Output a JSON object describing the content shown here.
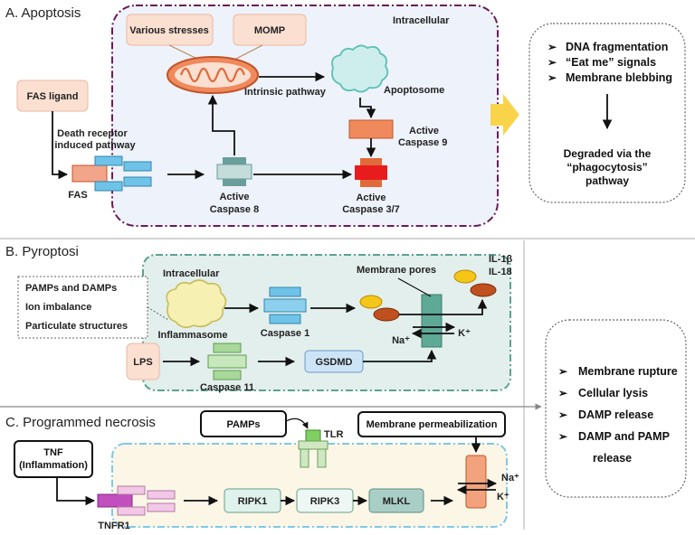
{
  "sectionA": {
    "title": "A. Apoptosis",
    "intracellular": "Intracellular",
    "various_stresses": "Various stresses",
    "momp": "MOMP",
    "fas_ligand": "FAS ligand",
    "death_receptor_1": "Death receptor",
    "death_receptor_2": "induced pathway",
    "fas": "FAS",
    "intrinsic_pathway": "Intrinsic pathway",
    "apoptosome": "Apoptosome",
    "active_caspase9_1": "Active",
    "active_caspase9_2": "Caspase 9",
    "active_caspase8_1": "Active",
    "active_caspase8_2": "Caspase 8",
    "active_caspase37_1": "Active",
    "active_caspase37_2": "Caspase 3/7",
    "outcomes": [
      "DNA fragmentation",
      "“Eat me” signals",
      "Membrane blebbing"
    ],
    "degraded_1": "Degraded via the",
    "degraded_2": "“phagocytosis”",
    "degraded_3": "pathway"
  },
  "sectionB": {
    "title": "B. Pyroptosi",
    "intracellular": "Intracellular",
    "triggers": [
      "PAMPs and DAMPs",
      "Ion imbalance",
      "Particulate structures"
    ],
    "inflammasome": "Inflammasome",
    "caspase1": "Caspase 1",
    "membrane_pores": "Membrane pores",
    "il1b": "IL-1β",
    "il18": "IL-18",
    "na": "Na⁺",
    "k": "K⁺",
    "lps": "LPS",
    "caspase11": "Caspase 11",
    "gsdmd": "GSDMD"
  },
  "sectionC": {
    "title": "C. Programmed necrosis",
    "pamps": "PAMPs",
    "tlr": "TLR",
    "membrane_perm": "Membrane permeabilization",
    "tnf_1": "TNF",
    "tnf_2": "(Inflammation)",
    "tnfr1": "TNFR1",
    "ripk1": "RIPK1",
    "ripk3": "RIPK3",
    "mlkl": "MLKL",
    "na": "Na⁺",
    "k": "K⁺"
  },
  "rightBox": {
    "items": [
      "Membrane rupture",
      "Cellular lysis",
      "DAMP release",
      "DAMP and PAMP",
      "release"
    ]
  },
  "colors": {
    "apoptosis_border": "#6a1b5a",
    "apoptosis_fill": "#eef2fa",
    "pyroptosis_border": "#5aa391",
    "pyroptosis_fill": "#e3efec",
    "necrosis_border": "#7fc8e8",
    "necrosis_fill": "#fbf6e6",
    "peach": "#fbe0d2",
    "blue": "#6fc3e8",
    "orange": "#f08a5d",
    "red": "#e81c1c",
    "yellow_arrow": "#f9d44a"
  }
}
